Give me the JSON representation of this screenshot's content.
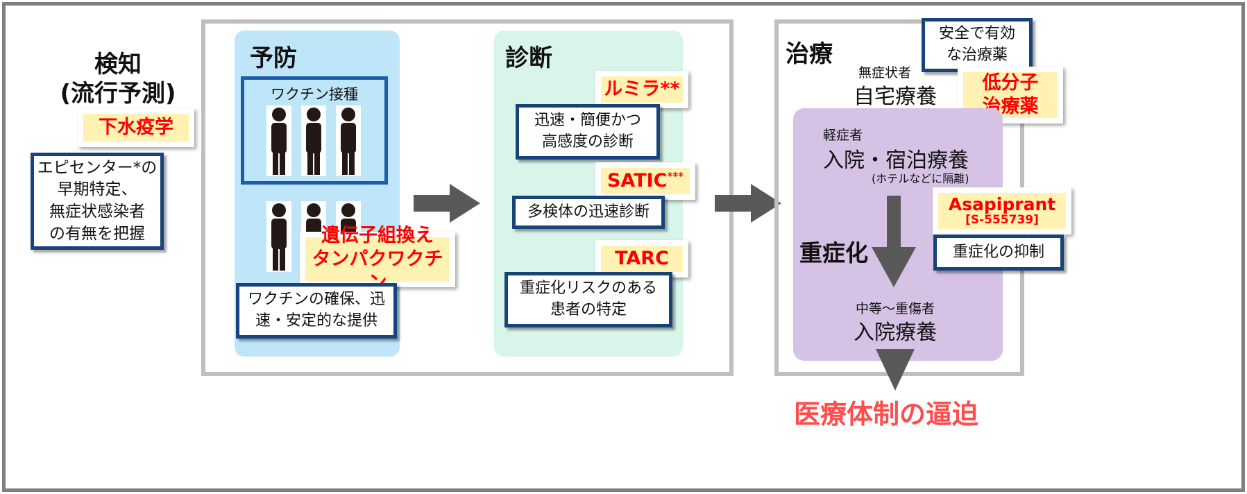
{
  "detection": {
    "title_line1": "検知",
    "title_line2": "(流行予測)",
    "tag": "下水疫学",
    "box_lines": [
      "エピセンター*の",
      "早期特定、",
      "無症状感染者",
      "の有無を把握"
    ]
  },
  "prevention": {
    "title": "予防",
    "vaccination_label": "ワクチン接種",
    "tag_lines": [
      "遺伝子組換え",
      "タンパクワクチン"
    ],
    "box_lines": [
      "ワクチンの確保、迅",
      "速・安定的な提供"
    ]
  },
  "diagnosis": {
    "title": "診断",
    "items": [
      {
        "tag": "ルミラ**",
        "box_lines": [
          "迅速・簡便かつ",
          "高感度の診断"
        ]
      },
      {
        "tag": "SATIC",
        "tag_sup": "***",
        "box_lines": [
          "多検体の迅速診断"
        ]
      },
      {
        "tag": "TARC",
        "box_lines": [
          "重症化リスクのある",
          "患者の特定"
        ]
      }
    ]
  },
  "treatment": {
    "title": "治療",
    "safe_box_lines": [
      "安全で有効",
      "な治療薬"
    ],
    "low_mol_tag_lines": [
      "低分子",
      "治療薬"
    ],
    "asymptomatic_label": "無症状者",
    "home_care": "自宅療養",
    "mild_label": "軽症者",
    "hospital_hotel": "入院・宿泊療養",
    "isolation_note": "(ホテルなどに隔離)",
    "severe_label": "重症化",
    "asapiprant_line1": "Asapiprant",
    "asapiprant_line2": "[S-555739]",
    "suppress_box": "重症化の抑制",
    "moderate_label": "中等～重傷者",
    "hospital_care": "入院療養",
    "strain": "医療体制の逼迫"
  },
  "colors": {
    "frame_gray": "#bfbfbf",
    "outer_gray": "#7f7f7f",
    "prevention_bg": "#bfe6f8",
    "diagnosis_bg": "#d9f5e9",
    "treatment_bg": "#d5c2e5",
    "navy": "#17427a",
    "tag_bg": "#fff2b3",
    "red": "#ff0000",
    "strain_red": "#ff4d4d",
    "arrow_gray": "#595959"
  }
}
